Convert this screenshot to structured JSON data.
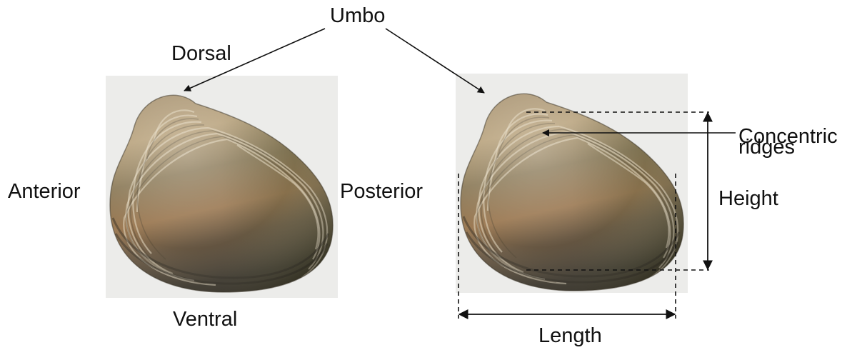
{
  "labels": {
    "umbo": "Umbo",
    "dorsal": "Dorsal",
    "anterior": "Anterior",
    "posterior": "Posterior",
    "ventral": "Ventral",
    "concentric_line1": "Concentric",
    "concentric_line2": "ridges",
    "height": "Height",
    "length": "Length"
  },
  "colors": {
    "photo_background": "#ececea",
    "shell_dark": "#4d4433",
    "shell_mid": "#8a7553",
    "shell_light": "#c9b28c",
    "ridge": "#e3d6bc",
    "ink": "#111111"
  }
}
